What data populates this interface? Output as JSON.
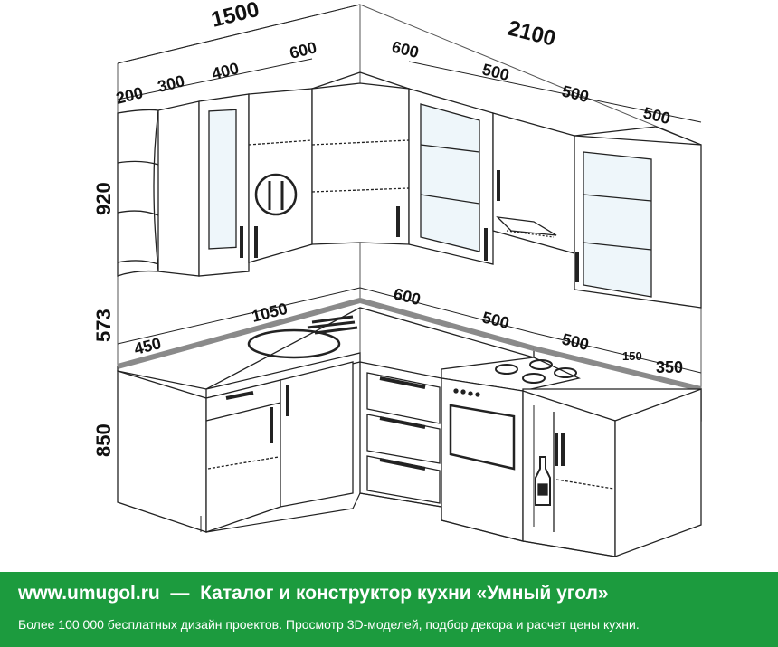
{
  "colors": {
    "stroke": "#222222",
    "countertop": "#8a8a8a",
    "glass": "#eef6fa",
    "footer_bg": "#1c9b3e",
    "footer_text": "#ffffff"
  },
  "dimensions": {
    "top_left_total": "1500",
    "top_right_total": "2100",
    "upper_200": "200",
    "upper_300": "300",
    "upper_400": "400",
    "upper_600_left": "600",
    "upper_600_right": "600",
    "upper_500_a": "500",
    "upper_500_b": "500",
    "upper_500_c": "500",
    "height_upper": "920",
    "height_gap": "573",
    "height_base": "850",
    "base_450": "450",
    "base_1050": "1050",
    "base_600": "600",
    "base_500_a": "500",
    "base_500_b": "500",
    "base_150": "150",
    "base_350": "350"
  },
  "footer": {
    "site": "www.umugol.ru",
    "dash": "—",
    "title": "Каталог и конструктор кухни «Умный угол»",
    "subtitle": "Более 100 000 бесплатных дизайн проектов. Просмотр 3D-моделей, подбор декора и расчет цены кухни."
  }
}
